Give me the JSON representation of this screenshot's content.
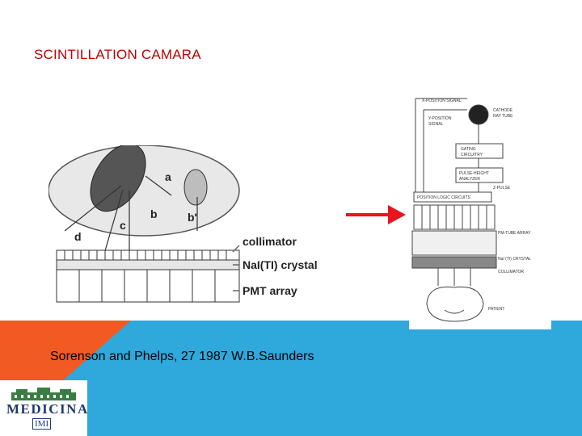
{
  "slide": {
    "title": "SCINTILLATION CAMARA",
    "caption": "Sorenson and Phelps, 27 1987 W.B.Saunders"
  },
  "left_figure": {
    "labels": {
      "a": "a",
      "b": "b",
      "b_prime": "b'",
      "c": "c",
      "d": "d",
      "collimator": "collimator",
      "crystal": "NaI(TI) crystal",
      "pmt": "PMT array"
    }
  },
  "right_figure": {
    "labels": {
      "x_position": "X-POSITION SIGNAL",
      "y_position_1": "Y-POSITION",
      "y_position_2": "SIGNAL",
      "cathode_1": "CATHODE",
      "cathode_2": "RAY TUBE",
      "gating_1": "GATING",
      "gating_2": "CIRCUITRY",
      "pha_1": "PULSE-HEIGHT",
      "pha_2": "ANALYZER",
      "z_pulse": "Z-PULSE",
      "position_logic": "POSITION LOGIC CIRCUITS",
      "pm_array": "PM-TUBE ARRAY",
      "nai": "NaI (TI) CRYSTAL",
      "collimator": "COLLIMATOR",
      "patient": "PATIENT"
    }
  },
  "logo": {
    "name": "MEDICINA",
    "sub": "IMI"
  },
  "colors": {
    "title": "#c00000",
    "arrow": "#e8141e",
    "orange": "#f15a22",
    "blue": "#2fa8dc"
  }
}
